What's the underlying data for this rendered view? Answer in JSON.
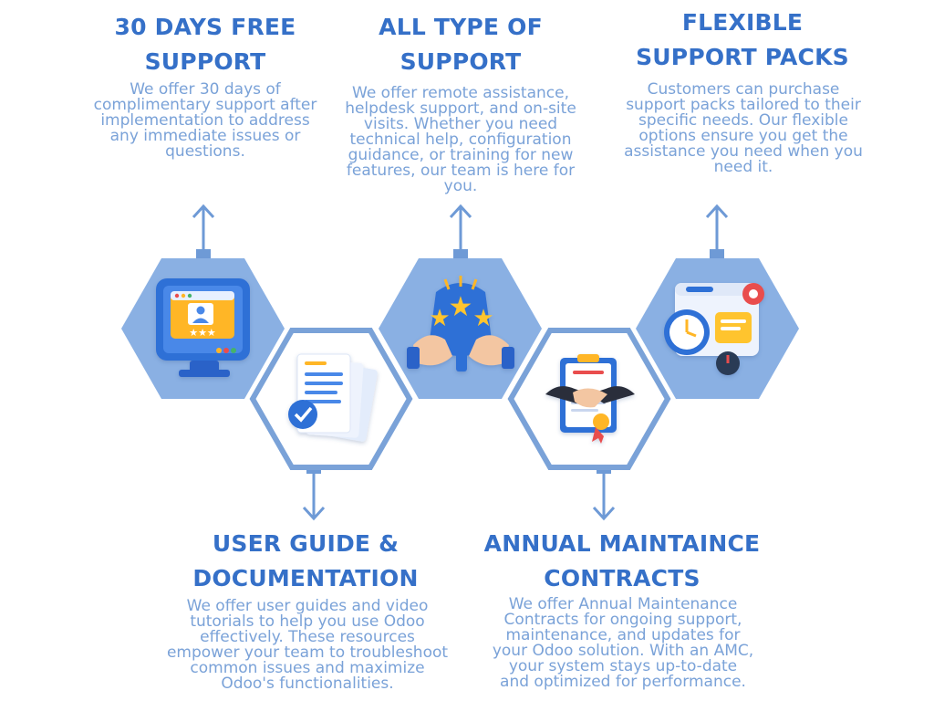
{
  "colors": {
    "title": "#3570c8",
    "body": "#7aa2d8",
    "hex_fill": "#8ab0e3",
    "hex_outline": "#7aa2d8",
    "connector": "#6e9ad6"
  },
  "features": [
    {
      "id": "free-support",
      "icon": "monitor-profile-rating-icon",
      "title_lines": [
        "30 DAYS FREE",
        "SUPPORT"
      ],
      "desc_lines": [
        "We offer 30 days of",
        "complimentary support after",
        "implementation to address",
        "any immediate issues or",
        "questions."
      ]
    },
    {
      "id": "all-support",
      "icon": "thumbs-up-stars-icon",
      "title_lines": [
        "ALL TYPE OF",
        "SUPPORT"
      ],
      "desc_lines": [
        "We offer remote assistance,",
        "helpdesk support, and on-site",
        "visits. Whether you need",
        "technical help, configuration",
        "guidance, or training for new",
        "features, our team is here for",
        "you."
      ]
    },
    {
      "id": "support-packs",
      "icon": "clock-gear-dashboard-icon",
      "title_lines": [
        "FLEXIBLE",
        "SUPPORT PACKS"
      ],
      "desc_lines": [
        "Customers can purchase",
        "support packs tailored to their",
        "specific needs. Our flexible",
        "options ensure you get the",
        "assistance you need when you",
        "need it."
      ]
    },
    {
      "id": "user-guide",
      "icon": "documents-checkmark-icon",
      "title_lines": [
        "USER GUIDE &",
        "DOCUMENTATION"
      ],
      "desc_lines": [
        "We offer user guides and video",
        "tutorials to help you use Odoo",
        "effectively. These resources",
        "empower your team to troubleshoot",
        "common issues and maximize",
        "Odoo's functionalities."
      ]
    },
    {
      "id": "amc",
      "icon": "handshake-contract-icon",
      "title_lines": [
        "ANNUAL MAINTAINCE",
        "CONTRACTS"
      ],
      "desc_lines": [
        "We offer Annual Maintenance",
        "Contracts for ongoing support,",
        "maintenance, and updates for",
        "your Odoo solution. With an AMC,",
        "your system stays up-to-date",
        "and optimized for performance."
      ]
    }
  ]
}
